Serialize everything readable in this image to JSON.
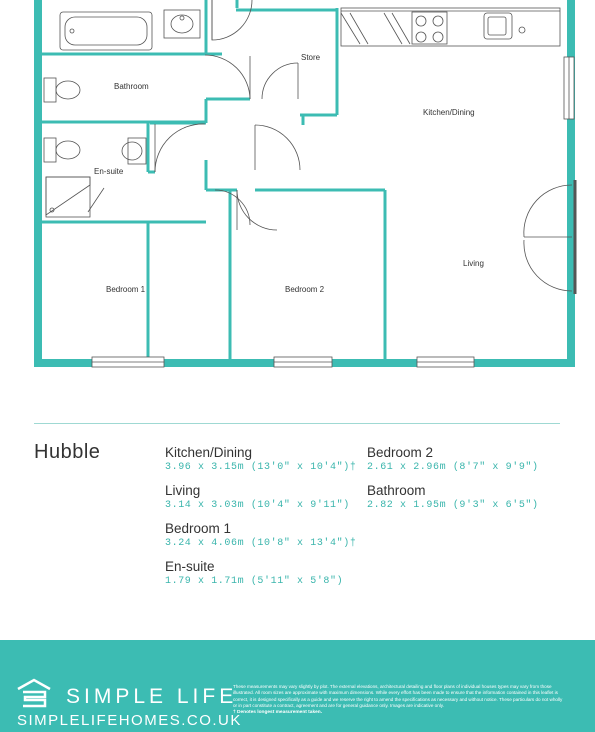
{
  "plan": {
    "rooms": {
      "bathroom": "Bathroom",
      "store": "Store",
      "kitchen_dining": "Kitchen/Dining",
      "ensuite": "En-suite",
      "living": "Living",
      "bedroom1": "Bedroom 1",
      "bedroom2": "Bedroom 2"
    },
    "wall_color": "#3cbcb3"
  },
  "property": {
    "name": "Hubble",
    "rooms": [
      {
        "name": "Kitchen/Dining",
        "dims": "3.96 x 3.15m (13'0\" x 10'4\")†"
      },
      {
        "name": "Living",
        "dims": "3.14 x 3.03m (10'4\" x 9'11\")"
      },
      {
        "name": "Bedroom 1",
        "dims": "3.24 x 4.06m (10'8\" x 13'4\")†"
      },
      {
        "name": "En-suite",
        "dims": "1.79 x 1.71m (5'11\" x 5'8\")"
      },
      {
        "name": "Bedroom 2",
        "dims": "2.61 x 2.96m (8'7\" x 9'9\")"
      },
      {
        "name": "Bathroom",
        "dims": "2.82 x 1.95m (9'3\" x 6'5\")"
      }
    ]
  },
  "footer": {
    "brand": "SIMPLE LIFE",
    "url": "SIMPLELIFEHOMES.CO.UK",
    "disclaimer": "These measurements may vary slightly by plot. The external elevations, architectural detailing and floor plans of individual houses types may vary from those illustrated. All room sizes are approximate with maximum dimensions. While every effort has been made to ensure that the information contained in this leaflet is correct, it is designed specifically as a guide and we reserve the right to amend the specifications as necessary and without notice. These particulars do not wholly or in part constitute a contract, agreement and are for general guidance only. Images are indicative only.",
    "note": "† Denotes longest measurement taken.",
    "color": "#3cbcb3"
  }
}
